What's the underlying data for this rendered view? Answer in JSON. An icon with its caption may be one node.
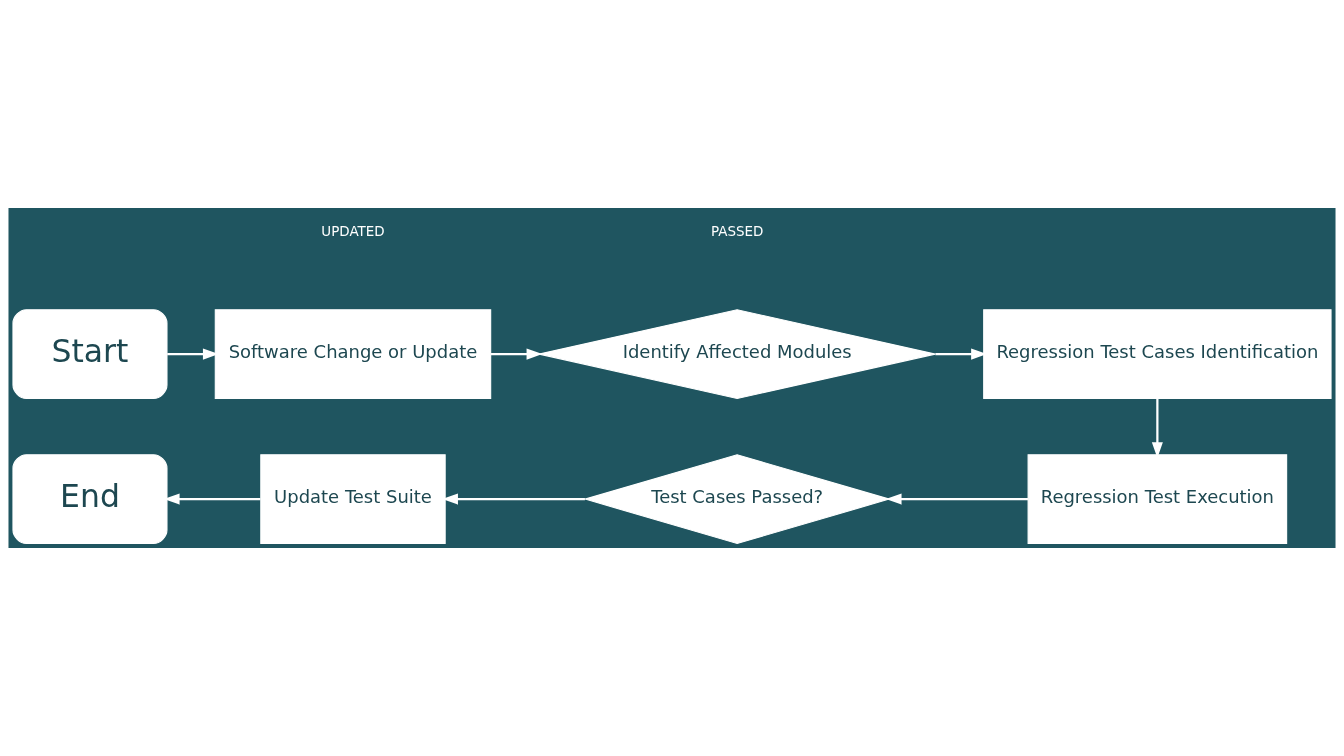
{
  "diagram": {
    "nodes": [
      {
        "text": [
          "Start"
        ]
      },
      {
        "text": [
          "Software Change or Update"
        ]
      },
      {
        "text": [
          "Identify Affected Modules"
        ]
      },
      {
        "text": [
          "Regression Test Cases Identification"
        ]
      },
      {
        "text": [
          "Regression Test Execution"
        ]
      },
      {
        "text": [
          "Test Cases Passed?"
        ]
      },
      {
        "text": [
          "Update Test Suite"
        ]
      },
      {
        "text": [
          "End"
        ]
      }
    ],
    "edges": [
      {
        "from": 0,
        "to": 1,
        "arrow": "to"
      },
      {
        "from": 1,
        "to": 2,
        "arrow": "to"
      },
      {
        "from": 2,
        "to": 3,
        "arrow": "to"
      },
      {
        "from": 3,
        "to": 4,
        "arrow": "to"
      },
      {
        "from": 4,
        "to": 5,
        "arrow": "to"
      },
      {
        "from": 5,
        "to": 6,
        "arrow": "to"
      },
      {
        "from": 6,
        "to": 7,
        "arrow": "to"
      }
    ],
    "labels": [
      "UPDATED",
      "PASSED"
    ]
  }
}
